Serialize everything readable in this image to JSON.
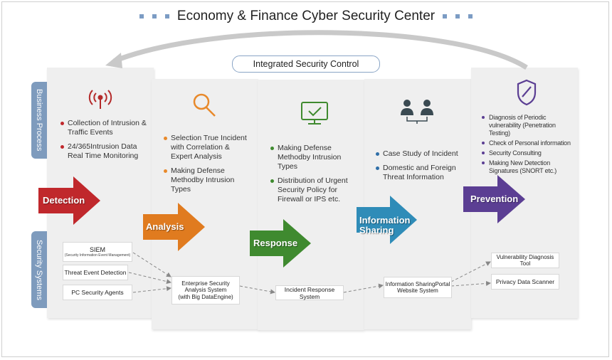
{
  "title": "Economy & Finance Cyber Security Center",
  "banner": "Integrated Security Control",
  "side_tabs": {
    "business": "Business Process",
    "systems": "Security Systems"
  },
  "columns": [
    {
      "stage": "Detection",
      "color": "#c0282c",
      "bullets": [
        "Collection of Intrusion & Traffic Events",
        "24/365Intrusion Data Real Time Monitoring"
      ]
    },
    {
      "stage": "Analysis",
      "color": "#e07b1f",
      "bullets": [
        "Selection True Incident with Correlation & Expert Analysis",
        "Making Defense Methodby Intrusion Types"
      ]
    },
    {
      "stage": "Response",
      "color": "#3f8a2f",
      "bullets": [
        "Making Defense Methodby Intrusion Types",
        "Distribution of Urgent Security Policy for Firewall or IPS etc."
      ]
    },
    {
      "stage": "Information Sharing",
      "stage_line1": "Information",
      "stage_line2": "Sharing",
      "color": "#2f8cb8",
      "bullets": [
        "Case Study of Incident",
        "Domestic and Foreign Threat Information"
      ]
    },
    {
      "stage": "Prevention",
      "color": "#5b3e93",
      "bullets": [
        "Diagnosis of Periodic vulnerability (Penetration Testing)",
        "Check of Personal information",
        "Security Consulting",
        "Making New Detection Signatures (SNORT etc.)"
      ]
    }
  ],
  "systems": {
    "siem": "SIEM",
    "siem_sub": "(Security Information Event Management)",
    "threat": "Threat Event Detection",
    "pc": "PC Security Agents",
    "esas_1": "Enterprise Security",
    "esas_2": "Analysis System",
    "esas_3": "(with Big DataEngine)",
    "irs": "Incident Response System",
    "isp_1": "Information SharingPortal",
    "isp_2": "Website System",
    "vdt": "Vulnerability Diagnosis Tool",
    "pds": "Privacy Data Scanner"
  },
  "icons": [
    "antenna-icon",
    "magnifier-icon",
    "monitor-check-icon",
    "people-share-icon",
    "shield-icon"
  ]
}
